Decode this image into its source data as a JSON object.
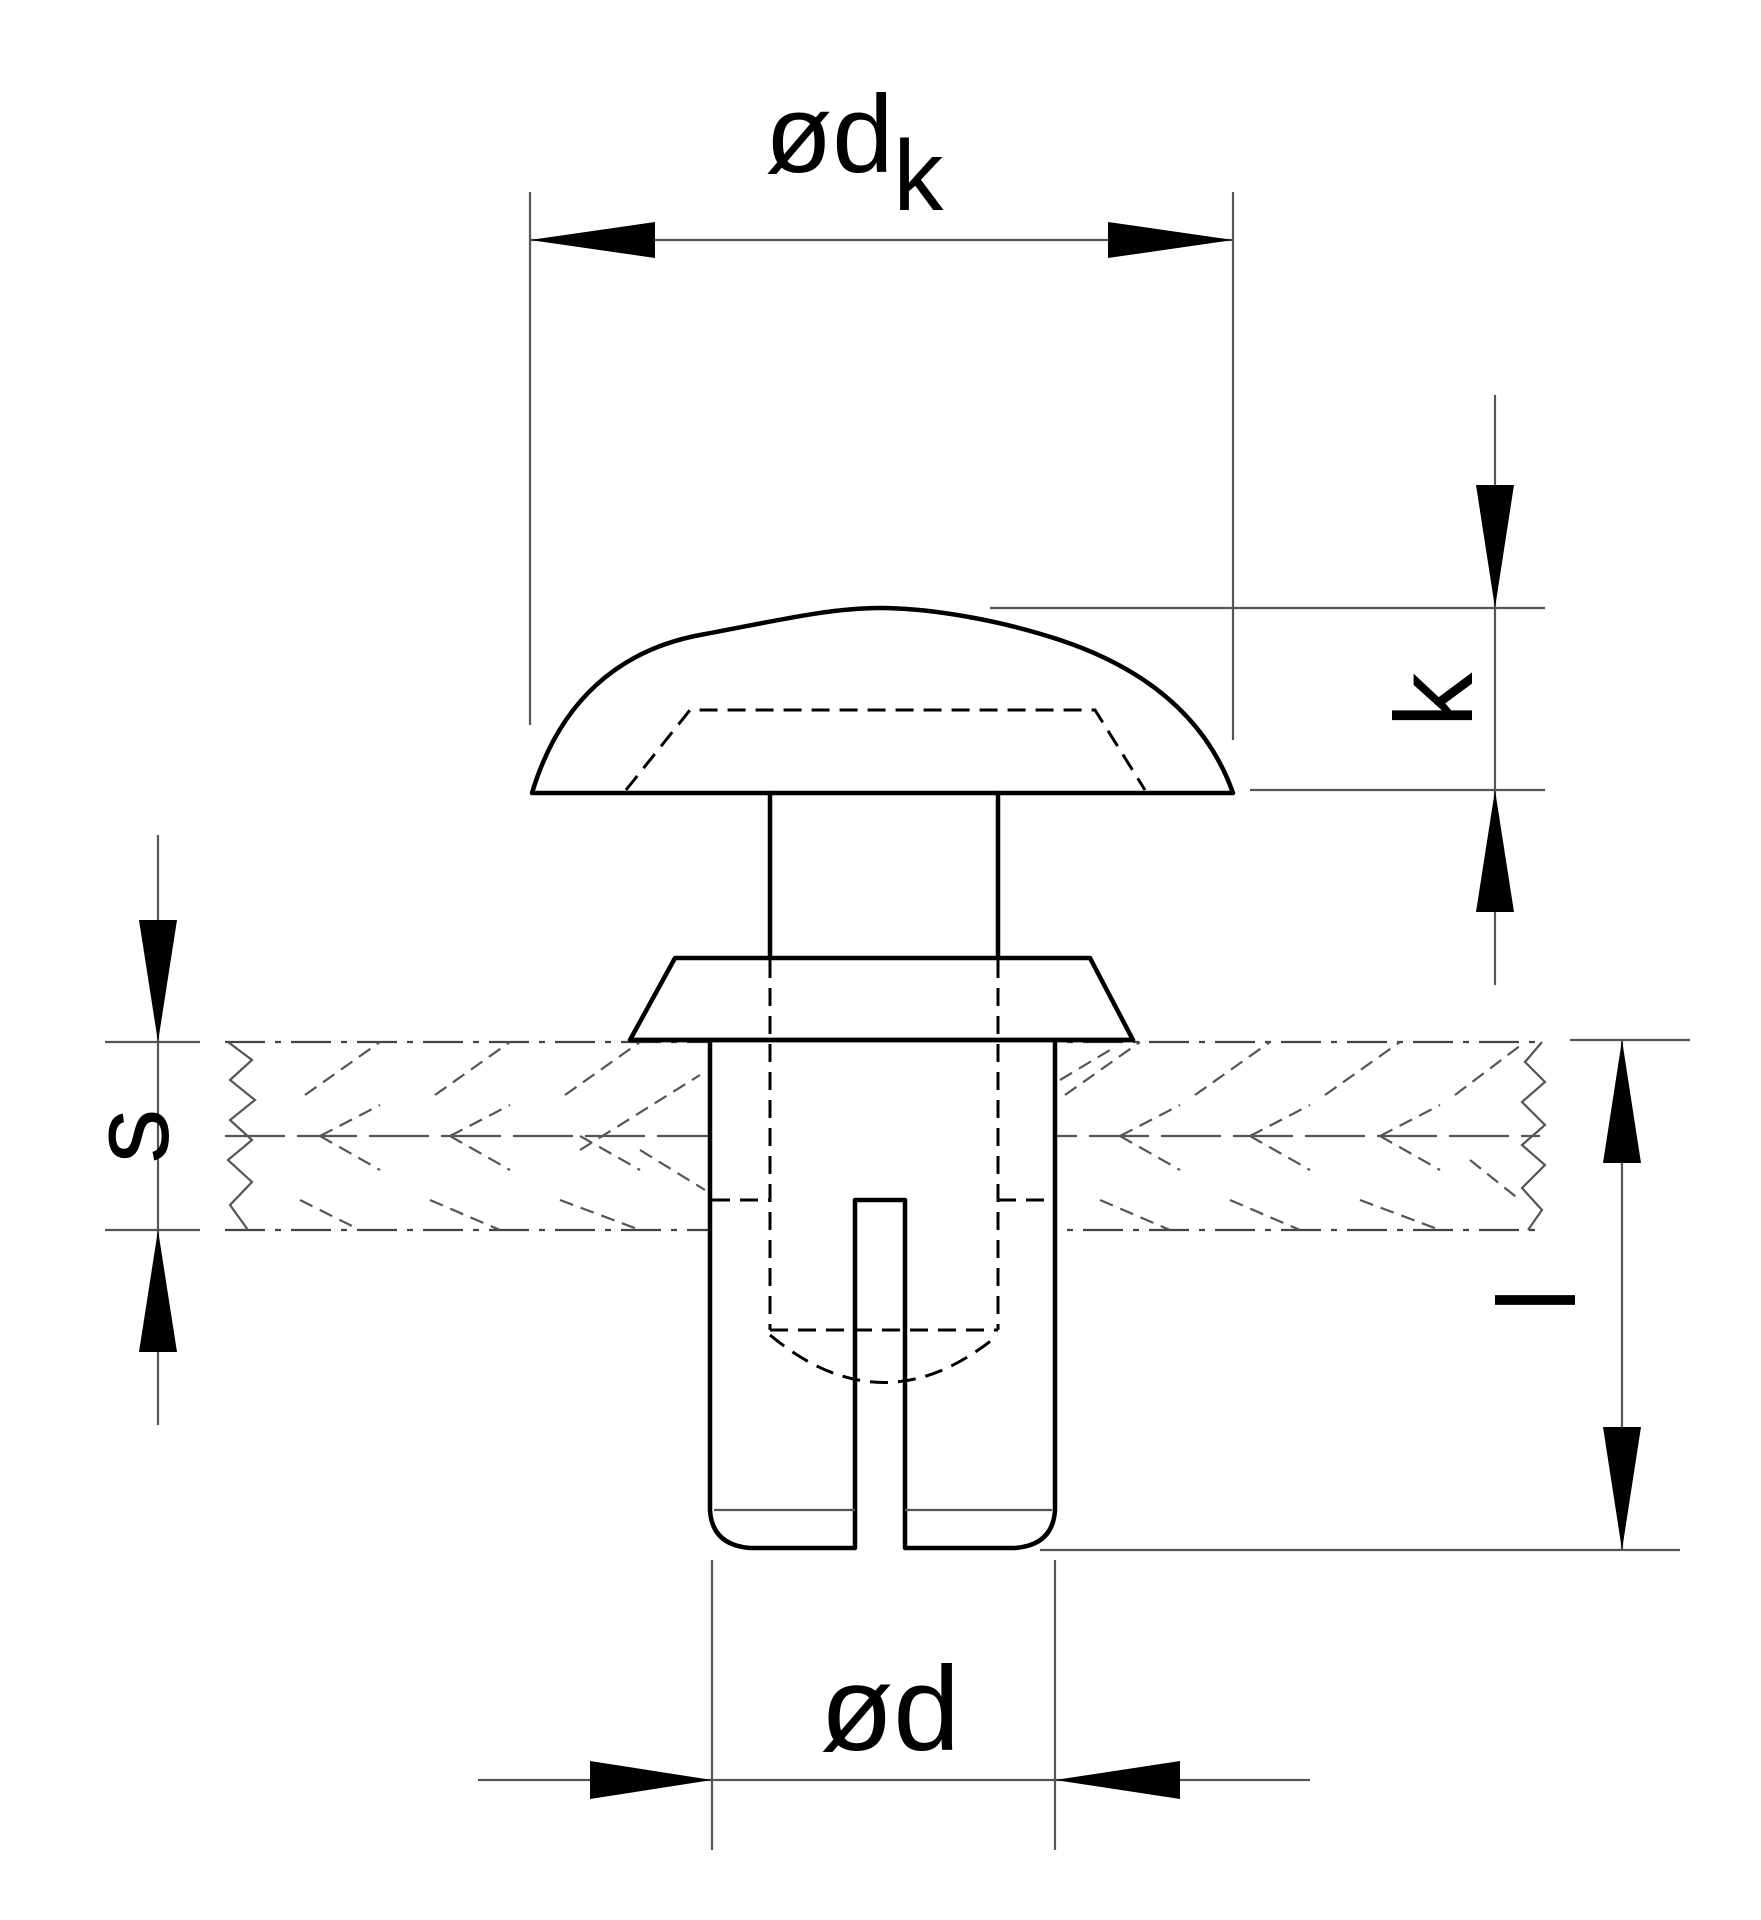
{
  "labels": {
    "head_diameter_symbol": "ød",
    "head_diameter_subscript": "k",
    "head_height": "k",
    "panel_thickness": "s",
    "length": "l",
    "shank_diameter": "ød"
  }
}
